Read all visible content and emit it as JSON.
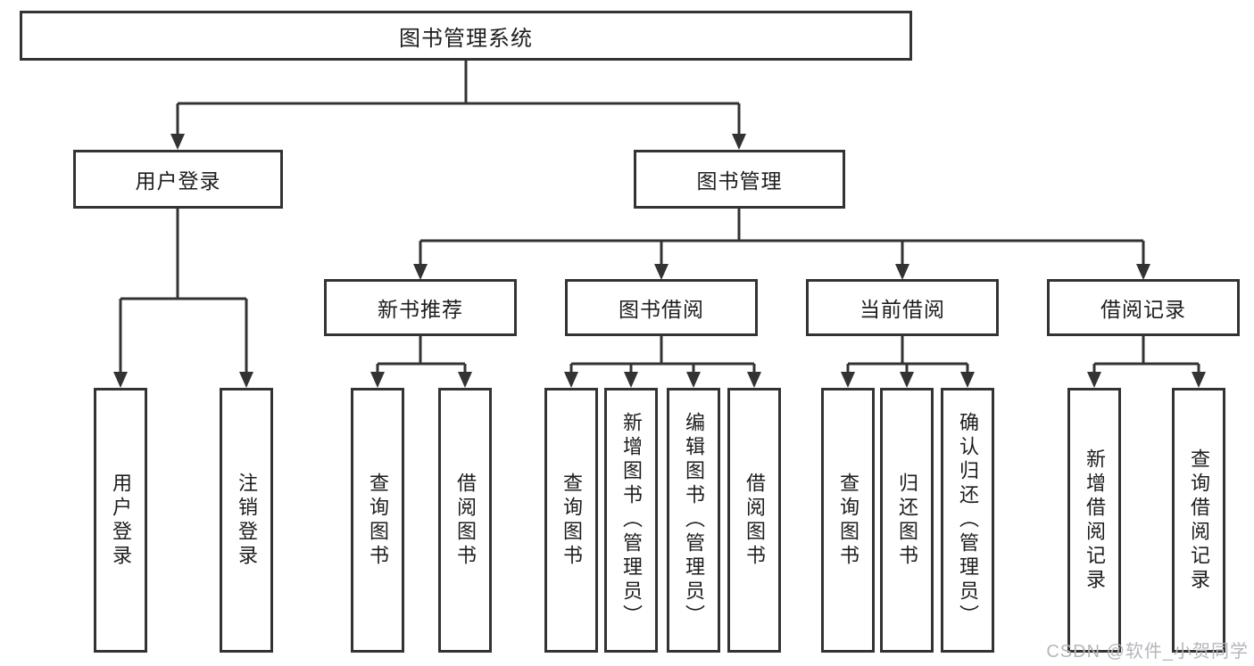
{
  "diagram": {
    "root": {
      "label": "图书管理系统"
    },
    "level2": [
      {
        "label": "用户登录",
        "children": [
          {
            "label": "用户登录"
          },
          {
            "label": "注销登录"
          }
        ]
      },
      {
        "label": "图书管理",
        "children": [
          {
            "label": "新书推荐",
            "children": [
              {
                "label": "查询图书"
              },
              {
                "label": "借阅图书"
              }
            ]
          },
          {
            "label": "图书借阅",
            "children": [
              {
                "label": "查询图书"
              },
              {
                "label": "新增图书（管理员）"
              },
              {
                "label": "编辑图书（管理员）"
              },
              {
                "label": "借阅图书"
              }
            ]
          },
          {
            "label": "当前借阅",
            "children": [
              {
                "label": "查询图书"
              },
              {
                "label": "归还图书"
              },
              {
                "label": "确认归还（管理员）"
              }
            ]
          },
          {
            "label": "借阅记录",
            "children": [
              {
                "label": "新增借阅记录"
              },
              {
                "label": "查询借阅记录"
              }
            ]
          }
        ]
      }
    ]
  },
  "watermark": {
    "label": "CSDN @软件_小贺同学"
  },
  "colors": {
    "line": "#333333",
    "text": "#1d1d1f",
    "background": "#ffffff",
    "watermark": "#b6b6bc"
  }
}
